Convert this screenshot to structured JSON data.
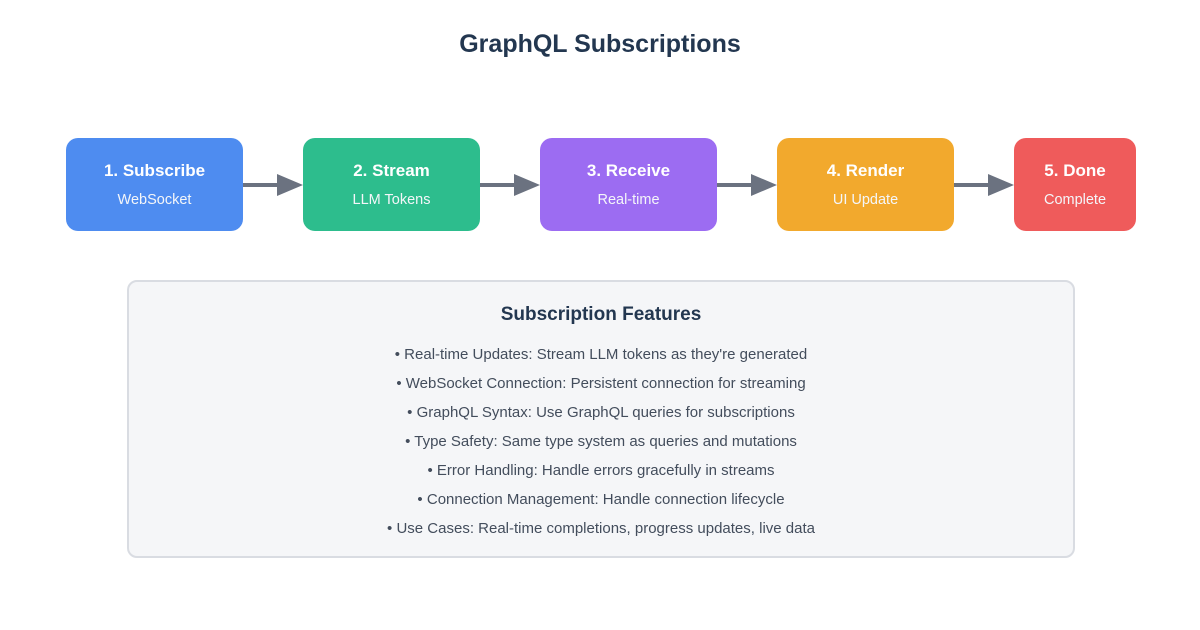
{
  "page": {
    "title": "GraphQL Subscriptions"
  },
  "colors": {
    "heading_text": "#233750",
    "body_text": "#434d5c",
    "arrow": "#6b7280",
    "panel_background": "#f5f6f8",
    "panel_border": "#d9dce2"
  },
  "flow": {
    "steps": [
      {
        "title": "1. Subscribe",
        "subtitle": "WebSocket",
        "color": "#4e8cf0"
      },
      {
        "title": "2. Stream",
        "subtitle": "LLM Tokens",
        "color": "#2dbd8d"
      },
      {
        "title": "3. Receive",
        "subtitle": "Real-time",
        "color": "#9c6cf2"
      },
      {
        "title": "4. Render",
        "subtitle": "UI Update",
        "color": "#f2a92d"
      },
      {
        "title": "5. Done",
        "subtitle": "Complete",
        "color": "#ef5b5b"
      }
    ]
  },
  "features": {
    "heading": "Subscription Features",
    "bullet": "•",
    "items": [
      "Real-time Updates: Stream LLM tokens as they're generated",
      "WebSocket Connection: Persistent connection for streaming",
      "GraphQL Syntax: Use GraphQL queries for subscriptions",
      "Type Safety: Same type system as queries and mutations",
      "Error Handling: Handle errors gracefully in streams",
      "Connection Management: Handle connection lifecycle",
      "Use Cases: Real-time completions, progress updates, live data"
    ]
  }
}
